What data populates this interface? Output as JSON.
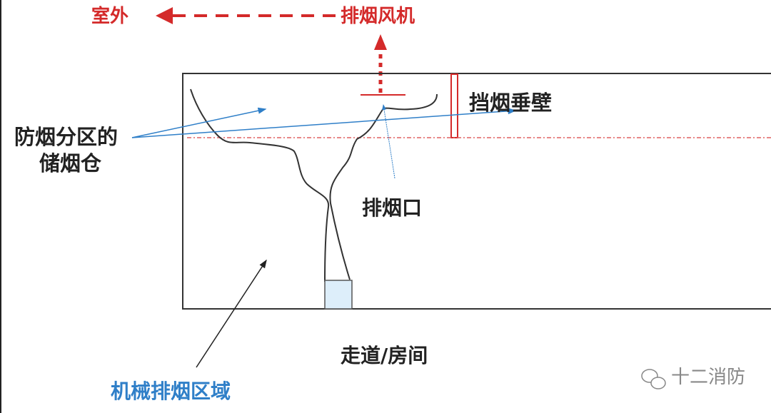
{
  "labels": {
    "outdoor": "室外",
    "exhaust_fan": "排烟风机",
    "smoke_curtain": "挡烟垂壁",
    "smoke_reservoir_line1": "防烟分区的",
    "smoke_reservoir_line2": "储烟仓",
    "smoke_outlet": "排烟口",
    "corridor_room": "走道/房间",
    "mech_exhaust_area": "机械排烟区域"
  },
  "watermark": "十二消防",
  "colors": {
    "red": "#d42a2a",
    "blue": "#2f7fc8",
    "black": "#222222",
    "door_fill": "#ddeefa"
  }
}
